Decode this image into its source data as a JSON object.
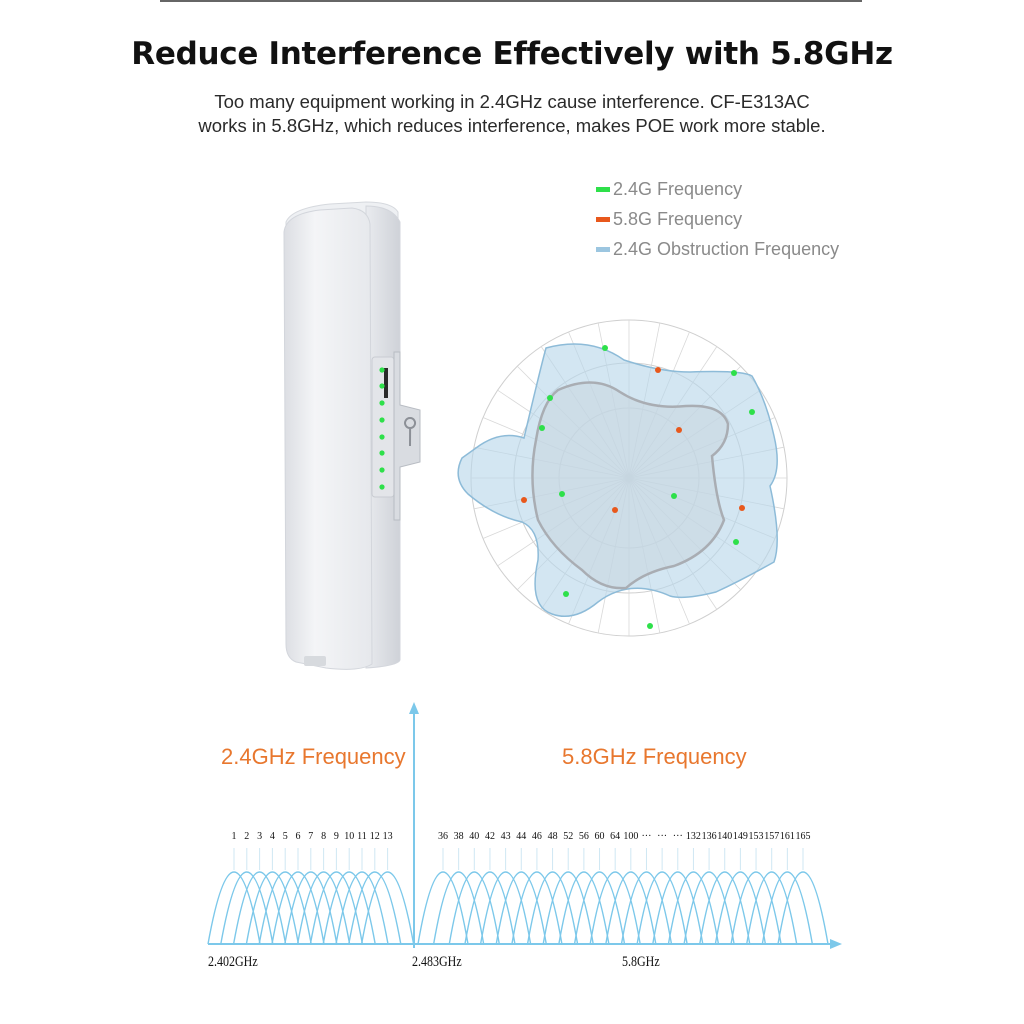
{
  "header": {
    "title": "Reduce Interference Effectively with 5.8GHz",
    "subtitle_line1": "Too many equipment working in 2.4GHz cause interference. CF-E313AC",
    "subtitle_line2": "works in 5.8GHz, which reduces interference, makes POE work more stable."
  },
  "legend": [
    {
      "label": "2.4G Frequency",
      "color": "#2ee04a"
    },
    {
      "label": "5.8G Frequency",
      "color": "#e8581c"
    },
    {
      "label": "2.4G Obstruction Frequency",
      "color": "#9cc6e0"
    }
  ],
  "colors": {
    "wave": "#7cc8ea",
    "orange_text": "#e8772e",
    "obstruction_fill": "#b8d6ea"
  },
  "spectrum": {
    "label_24": "2.4GHz Frequency",
    "label_58": "5.8GHz Frequency",
    "channels_24": [
      "1",
      "2",
      "3",
      "4",
      "5",
      "6",
      "7",
      "8",
      "9",
      "10",
      "11",
      "12",
      "13"
    ],
    "channels_58": [
      "36",
      "38",
      "40",
      "42",
      "43",
      "44",
      "46",
      "48",
      "52",
      "56",
      "60",
      "64",
      "100",
      "···",
      "···",
      "···",
      "132",
      "136",
      "140",
      "149",
      "153",
      "157",
      "161",
      "165"
    ],
    "axis_labels": [
      "2.402GHz",
      "2.483GHz",
      "5.8GHz"
    ]
  }
}
